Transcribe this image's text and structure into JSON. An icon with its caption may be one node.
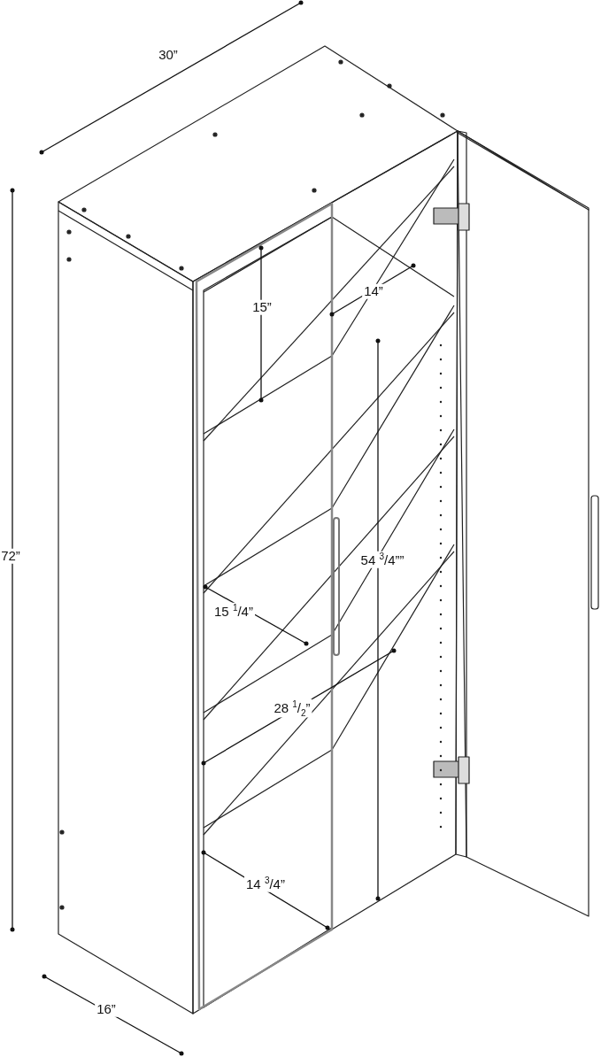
{
  "diagram": {
    "labels": [
      "30”",
      "72”",
      "15”",
      "14”",
      "54 $^{3}$/4””",
      "15 $^{1}$/4”",
      "28 $^{1}$/$_{2}$”",
      "14 $^{3}$/4”",
      "16”"
    ]
  }
}
